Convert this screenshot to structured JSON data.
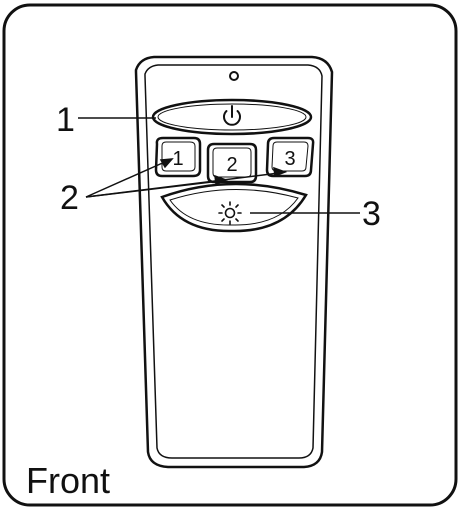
{
  "caption": "Front",
  "buttons": {
    "speed_1": "1",
    "speed_2": "2",
    "speed_3": "3"
  },
  "callouts": {
    "power": "1",
    "speed": "2",
    "light": "3"
  },
  "icons": {
    "power": "power-icon",
    "light": "light-icon"
  },
  "colors": {
    "line": "#111111",
    "fill": "#ffffff"
  }
}
